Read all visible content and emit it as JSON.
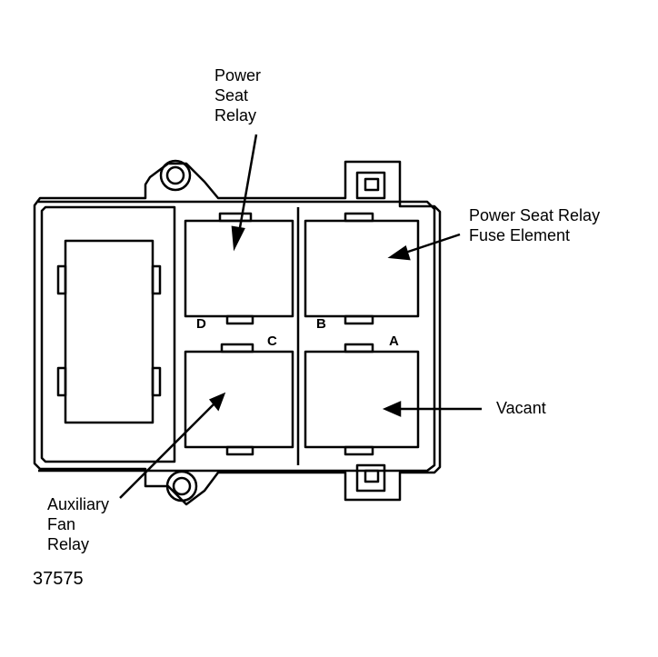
{
  "labels": {
    "power_seat_relay": [
      "Power",
      "Seat",
      "Relay"
    ],
    "fuse_element": [
      "Power Seat Relay",
      "Fuse Element"
    ],
    "vacant": "Vacant",
    "auxiliary_fan_relay": [
      "Auxiliary",
      "Fan",
      "Relay"
    ]
  },
  "slots": {
    "a": "A",
    "b": "B",
    "c": "C",
    "d": "D"
  },
  "figure_number": "37575"
}
